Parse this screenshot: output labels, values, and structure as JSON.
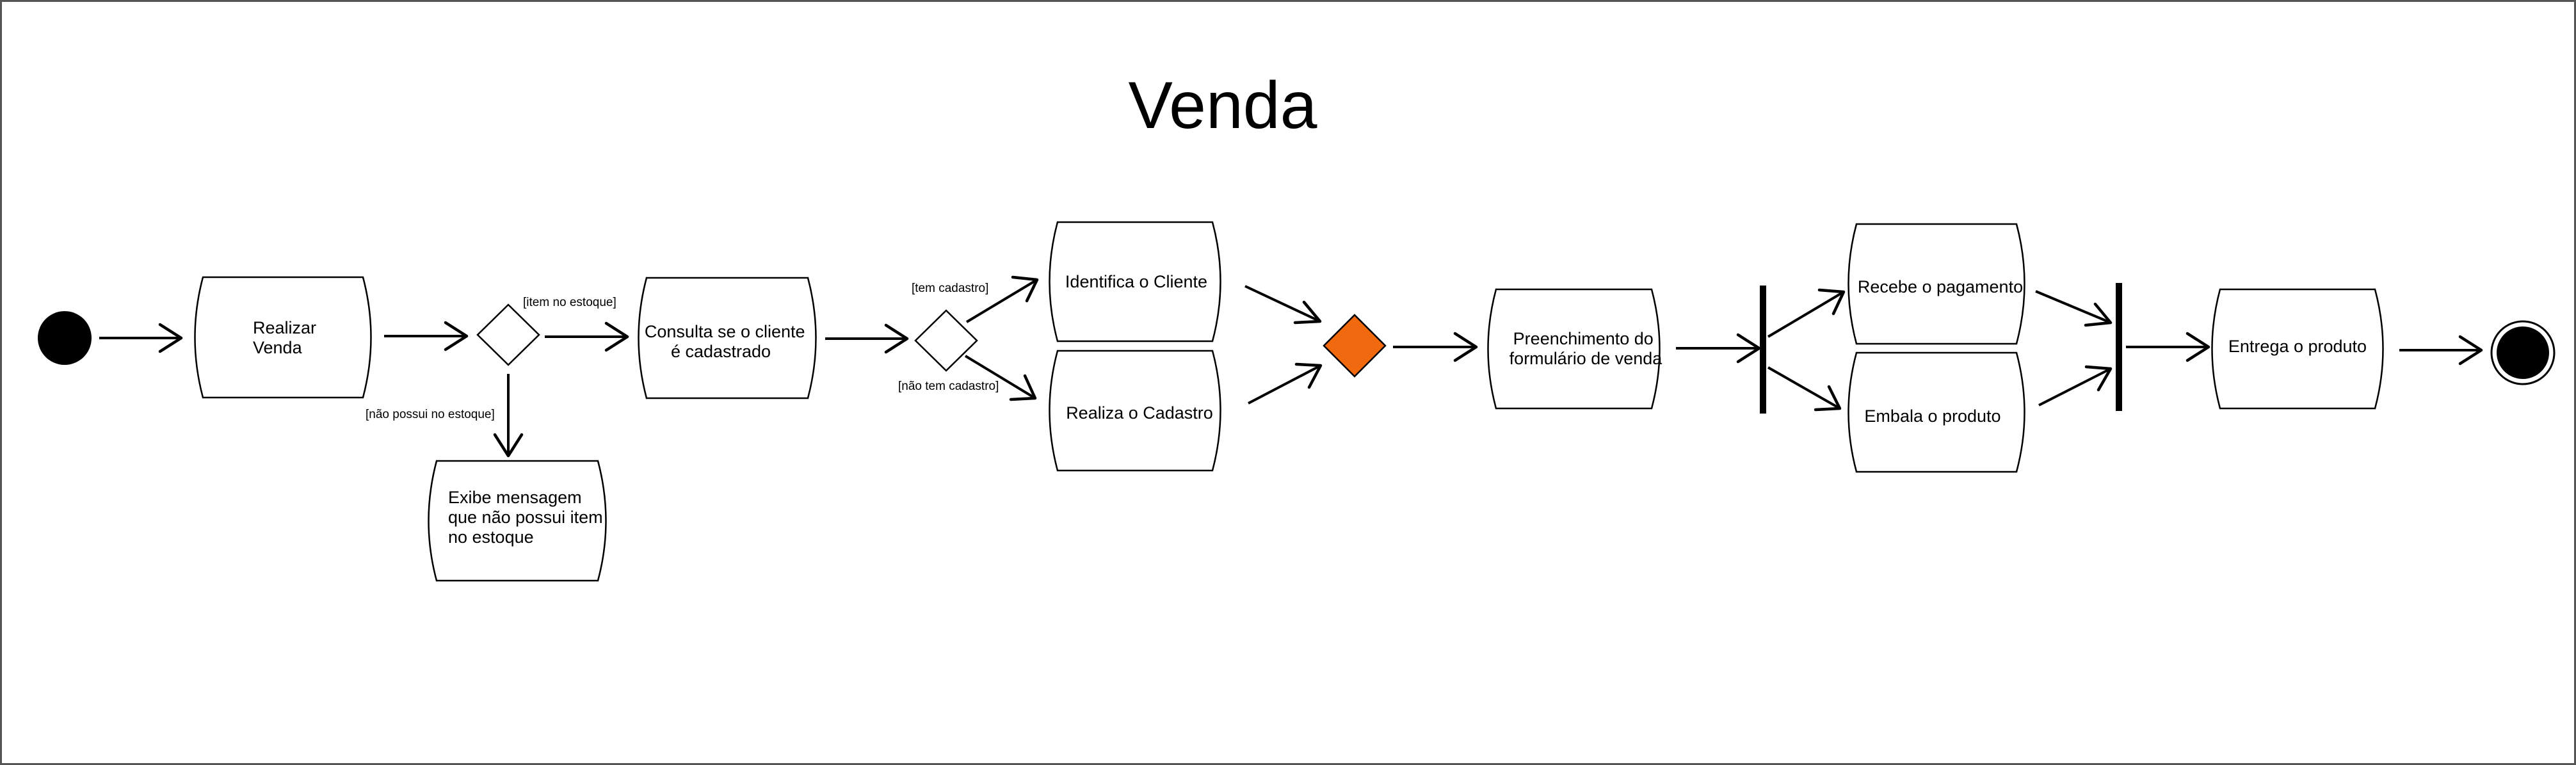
{
  "diagram": {
    "title": "Venda",
    "colors": {
      "stroke": "#000000",
      "background": "#ffffff",
      "merge_fill": "#f26a10",
      "start_fill": "#000000"
    },
    "nodes": {
      "realizar_venda": [
        "Realizar",
        "Venda"
      ],
      "consulta_cliente": [
        "Consulta se o cliente",
        "é cadastrado"
      ],
      "exibe_mensagem": [
        "Exibe mensagem",
        "que não possui item",
        "no estoque"
      ],
      "identifica_cliente": [
        "Identifica o Cliente"
      ],
      "realiza_cadastro": [
        "Realiza o Cadastro"
      ],
      "preenchimento": [
        "Preenchimento do",
        "formulário de venda"
      ],
      "recebe_pagamento": [
        "Recebe o pagamento"
      ],
      "embala_produto": [
        "Embala o produto"
      ],
      "entrega_produto": [
        "Entrega o produto"
      ]
    },
    "guards": {
      "item_no_estoque": "[item no estoque]",
      "nao_possui_estoque": "[não possui no estoque]",
      "tem_cadastro": "[tem cadastro]",
      "nao_tem_cadastro": "[não tem cadastro]"
    }
  }
}
